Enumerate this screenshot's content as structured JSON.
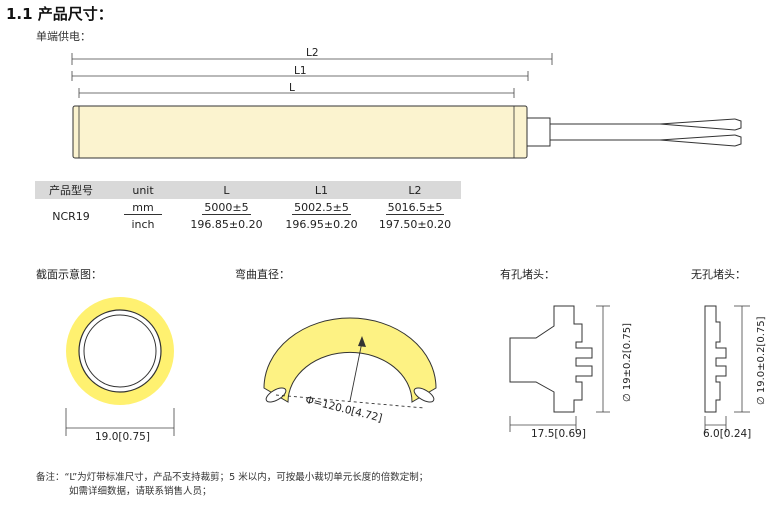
{
  "title": "1.1 产品尺寸：",
  "subtitle": "单端供电：",
  "dims": {
    "L2": "L2",
    "L1": "L1",
    "L": "L"
  },
  "table": {
    "headers": [
      "产品型号",
      "unit",
      "L",
      "L1",
      "L2"
    ],
    "model": "NCR19",
    "mm": {
      "unit": "mm",
      "L": "5000±5",
      "L1": "5002.5±5",
      "L2": "5016.5±5"
    },
    "inch": {
      "unit": "inch",
      "L": "196.85±0.20",
      "L1": "196.95±0.20",
      "L2": "197.50±0.20"
    }
  },
  "sections": {
    "cross_section": {
      "label": "截面示意图：",
      "width": "19.0[0.75]"
    },
    "bend": {
      "label": "弯曲直径：",
      "diameter": "Φ=120.0[4.72]"
    },
    "hole_cap": {
      "label": "有孔堵头：",
      "height": "∅ 19±0.2[0.75]",
      "width": "17.5[0.69]"
    },
    "nohole_cap": {
      "label": "无孔堵头：",
      "height": "∅ 19.0±0.2[0.75]",
      "width": "6.0[0.24]"
    }
  },
  "note": {
    "line1": "备注：“L”为灯带标准尺寸，产品不支持裁剪；5 米以内，可按最小裁切单元长度的倍数定制；",
    "line2": "如需详细数据，请联系销售人员；"
  },
  "colors": {
    "tube": "#fbf3cf",
    "bend_fill": "#fdf283",
    "ring_fill": "#fff170"
  }
}
